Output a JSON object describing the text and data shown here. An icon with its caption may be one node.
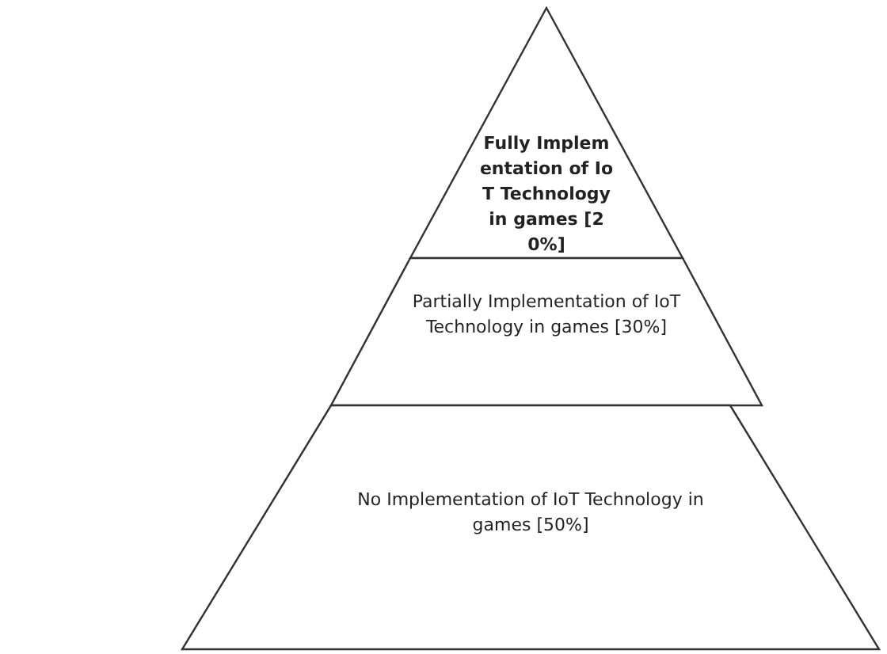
{
  "diagram": {
    "nodes": [
      {
        "text": [
          "Fully Implementation of IoT Technology in games [20%]"
        ]
      },
      {
        "text": [
          "Partially Implementation of IoT Technology in games [30%]"
        ]
      },
      {
        "text": [
          "No Implementation of IoT Technology in games [50%]"
        ]
      }
    ]
  }
}
